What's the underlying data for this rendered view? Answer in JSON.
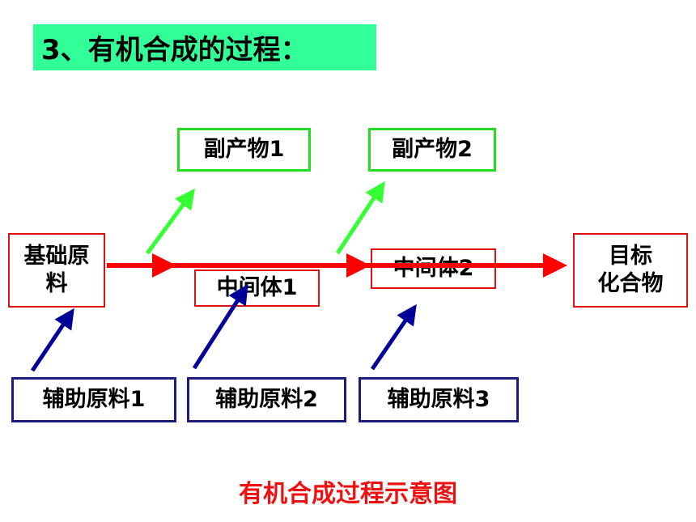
{
  "title": "3、有机合成的过程：",
  "nodes": {
    "raw": "基础原\n料",
    "int1": "中间体1",
    "int2": "中间体2",
    "target": "目标\n化合物",
    "by1": "副产物1",
    "by2": "副产物2",
    "aux1": "辅助原料1",
    "aux2": "辅助原料2",
    "aux3": "辅助原料3"
  },
  "caption": "有机合成过程示意图",
  "colors": {
    "main_arrow": "#ff0000",
    "byproduct_arrow": "#33ff33",
    "aux_arrow": "#000099",
    "title_bg": "#33ff99"
  }
}
